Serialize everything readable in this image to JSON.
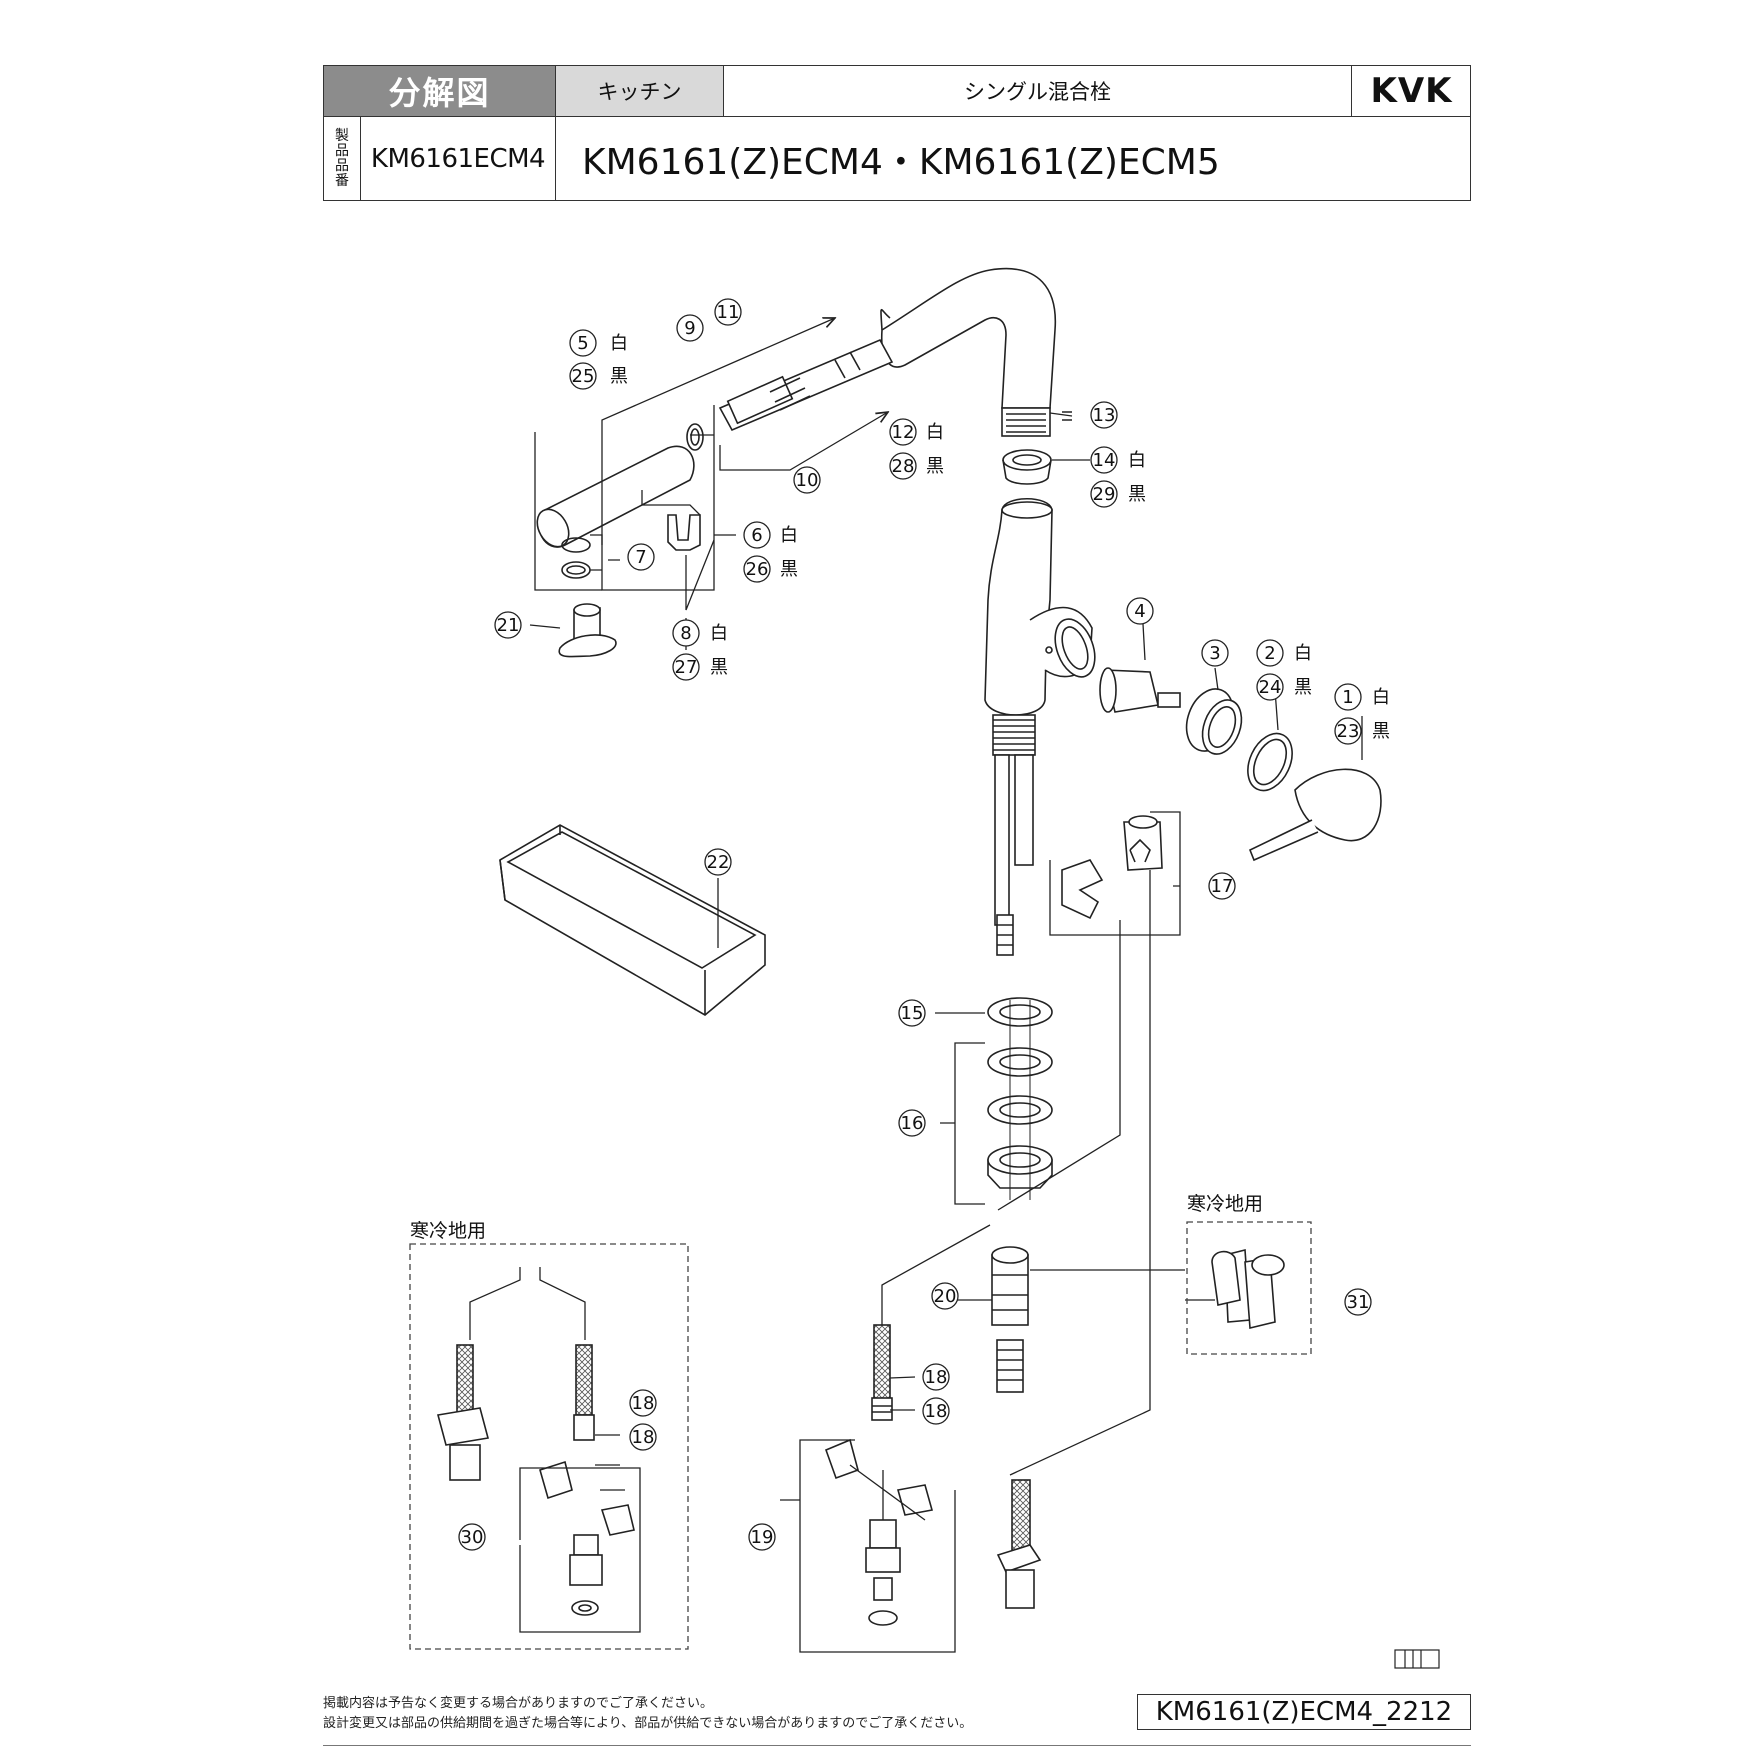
{
  "header": {
    "title": "分解図",
    "category": "キッチン",
    "product_type": "シングル混合栓",
    "brand": "KVK",
    "code_label": [
      "製",
      "品",
      "品",
      "番"
    ],
    "product_code": "KM6161ECM4",
    "models": "KM6161(Z)ECM4・KM6161(Z)ECM5"
  },
  "callouts": {
    "n1": "1",
    "n2": "2",
    "n3": "3",
    "n4": "4",
    "n5": "5",
    "n6": "6",
    "n7": "7",
    "n8": "8",
    "n9": "9",
    "n10": "10",
    "n11": "11",
    "n12": "12",
    "n13": "13",
    "n14": "14",
    "n15": "15",
    "n16": "16",
    "n17": "17",
    "n18": "18",
    "n19": "19",
    "n20": "20",
    "n21": "21",
    "n22": "22",
    "n23": "23",
    "n24": "24",
    "n25": "25",
    "n26": "26",
    "n27": "27",
    "n28": "28",
    "n29": "29",
    "n30": "30",
    "n31": "31"
  },
  "color_labels": {
    "white": "白",
    "black": "黒"
  },
  "cold_region_label": "寒冷地用",
  "footer": {
    "note1": "掲載内容は予告なく変更する場合がありますのでご了承ください。",
    "note2": "設計変更又は部品の供給期間を過ぎた場合等により、部品が供給できない場合がありますのでご了承ください。",
    "doc_id": "KM6161(Z)ECM4_2212"
  }
}
